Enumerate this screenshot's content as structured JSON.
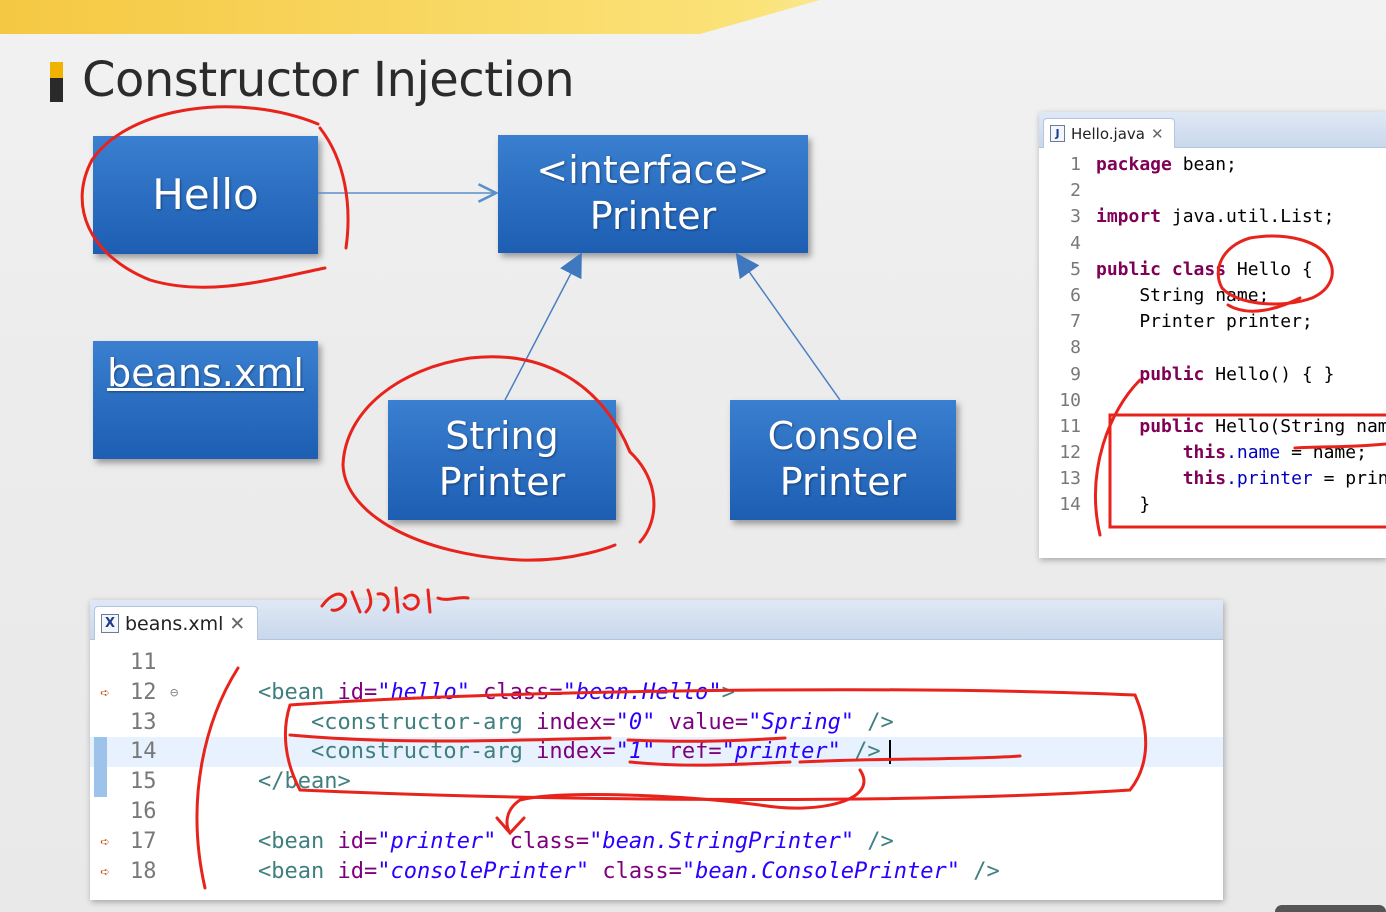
{
  "slide": {
    "title": "Constructor Injection",
    "accent_color": "#f0b400",
    "box_color": "#2a6cc4",
    "annotation_color": "#e8231c"
  },
  "diagram": {
    "hello": "Hello",
    "interface_line1": "<interface>",
    "interface_line2": "Printer",
    "beans_xml": "beans.xml",
    "string_printer_line1": "String",
    "string_printer_line2": "Printer",
    "console_printer_line1": "Console",
    "console_printer_line2": "Printer"
  },
  "java_editor": {
    "tab_label": "Hello.java",
    "file_icon": "java-file-icon",
    "close_icon": "close-icon",
    "lines": [
      {
        "n": "1"
      },
      {
        "n": "2"
      },
      {
        "n": "3"
      },
      {
        "n": "4"
      },
      {
        "n": "5"
      },
      {
        "n": "6"
      },
      {
        "n": "7"
      },
      {
        "n": "8"
      },
      {
        "n": "9"
      },
      {
        "n": "10"
      },
      {
        "n": "11"
      },
      {
        "n": "12"
      },
      {
        "n": "13"
      },
      {
        "n": "14"
      }
    ],
    "code": {
      "l1_kw": "package",
      "l1_rest": " bean;",
      "l3_kw": "import",
      "l3_rest": " java.util.List;",
      "l5_kw": "public class",
      "l5_rest": " Hello {",
      "l6": "    String name;",
      "l7": "    Printer printer;",
      "l9_kw": "public",
      "l9_rest": " Hello() { }",
      "l11_kw": "public",
      "l11_rest": " Hello(String name, Printer printer) {",
      "l12_kw": "this",
      "l12_fld": ".name",
      "l12_rest": " = name;",
      "l13_kw": "this",
      "l13_fld": ".printer",
      "l13_rest": " = printer;",
      "l14": "    }"
    }
  },
  "xml_editor": {
    "tab_label": "beans.xml",
    "file_icon": "xml-file-icon",
    "close_icon": "close-icon",
    "line_numbers": [
      "11",
      "12",
      "13",
      "14",
      "15",
      "16",
      "17",
      "18"
    ],
    "code": {
      "l12_tag": "<bean",
      "l12_a1": " id=",
      "l12_v1": "\"hello\"",
      "l12_a2": " class=",
      "l12_v2": "\"bean.Hello\"",
      "l12_end": ">",
      "l13_tag": "<constructor-arg",
      "l13_a1": " index=",
      "l13_v1": "\"0\"",
      "l13_a2": " value=",
      "l13_v2": "\"Spring\"",
      "l13_end": " />",
      "l14_tag": "<constructor-arg",
      "l14_a1": " index=",
      "l14_v1": "\"1\"",
      "l14_a2": " ref=",
      "l14_v2": "\"printer\"",
      "l14_end": " />",
      "l15_tag": "</bean>",
      "l17_tag": "<bean",
      "l17_a1": " id=",
      "l17_v1": "\"printer\"",
      "l17_a2": " class=",
      "l17_v2": "\"bean.StringPrinter\"",
      "l17_end": " />",
      "l18_tag": "<bean",
      "l18_a1": " id=",
      "l18_v1": "\"consolePrinter\"",
      "l18_a2": " class=",
      "l18_v2": "\"bean.ConsolePrinter\"",
      "l18_end": " />"
    }
  }
}
